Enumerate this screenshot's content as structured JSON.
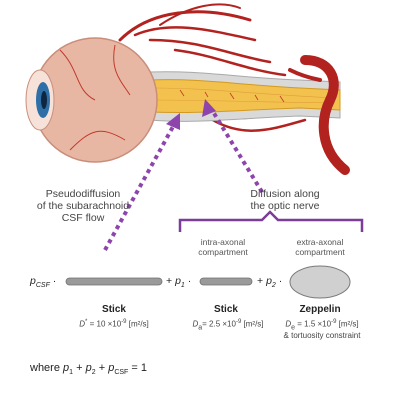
{
  "labels": {
    "pseudo": "Pseudodiffusion\nof the subarachnoid\nCSF flow",
    "diffusion": "Diffusion along\nthe optic nerve",
    "intra": "intra-axonal\ncompartment",
    "extra": "extra-axonal\ncompartment"
  },
  "terms": {
    "p_csf": "p",
    "p_csf_sub": "CSF",
    "plus1": "+ ",
    "p1": "p",
    "p1_sub": "1",
    "plus2": "+ ",
    "p2": "p",
    "p2_sub": "2",
    "dot": "·"
  },
  "models": [
    {
      "name": "Stick",
      "d_sym": "D",
      "d_sub": "*",
      "value": "= 10 ×10",
      "exp": "-9",
      "unit": "[m²/s]",
      "extra": ""
    },
    {
      "name": "Stick",
      "d_sym": "D",
      "d_sub": "a",
      "value": "= 2.5 ×10",
      "exp": "-9",
      "unit": "[m²/s]",
      "extra": ""
    },
    {
      "name": "Zeppelin",
      "d_sym": "D",
      "d_sub": "e",
      "value": "= 1.5 ×10",
      "exp": "-9",
      "unit": "[m²/s]",
      "extra": "& tortuosity constraint"
    }
  ],
  "constraint": {
    "prefix": "where ",
    "p1": "p",
    "p1_sub": "1",
    "plus1": " + ",
    "p2": "p",
    "p2_sub": "2",
    "plus2": " + ",
    "pcsf": "p",
    "pcsf_sub": "CSF",
    "eq": " = 1"
  },
  "colors": {
    "arrow": "#8e44ad",
    "bracket": "#7d3c98",
    "nerve": "#f2c14e",
    "vessel": "#b2221f",
    "eye": "#e8b7a4",
    "iris": "#2f6fa7",
    "stick": "#9a9a9a",
    "zeppelin": "#d0d0d0"
  }
}
